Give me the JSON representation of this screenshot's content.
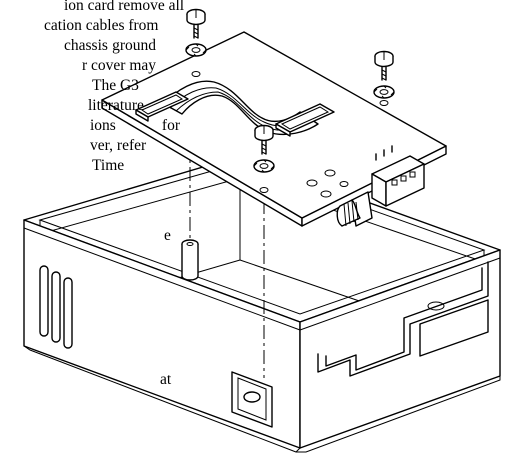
{
  "body_text": {
    "lines": [
      [
        "ion card remove all"
      ],
      [
        "cation cables from"
      ],
      [
        "chassis",
        "ground"
      ],
      [
        "r cover may"
      ],
      [
        "The G3"
      ],
      [
        "literature"
      ],
      [
        "ions",
        "for"
      ],
      [
        "ver, refer"
      ],
      [
        "Time"
      ],
      [
        "e"
      ],
      [
        "at"
      ]
    ]
  },
  "figure": {
    "subject": "exploded view: option card with cables, screws and lock washers above open chassis"
  }
}
